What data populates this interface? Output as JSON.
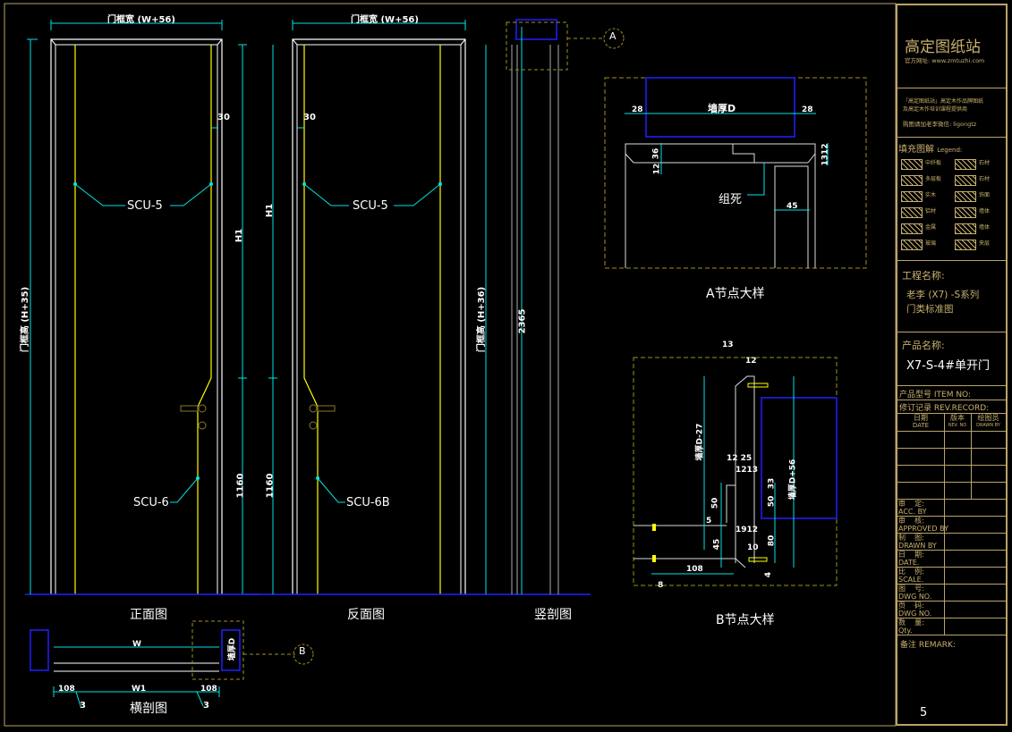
{
  "drawing": {
    "colors": {
      "background": "#000000",
      "border": "#b9a46a",
      "dimension": "#00e5e5",
      "outline": "#ffffff",
      "accent": "#ffff00",
      "wall": "#0000ff",
      "hatch": "#c8b06e"
    },
    "front_view": {
      "title": "正面图",
      "width_dim": "门框宽 (W+56)",
      "height_dim": "门框高 (H+35)",
      "dim_30": "30",
      "dim_h1": "H1",
      "dim_1160": "1160",
      "callout_top": "SCU-5",
      "callout_bottom": "SCU-6"
    },
    "back_view": {
      "title": "反面图",
      "width_dim": "门框宽 (W+56)",
      "dim_30": "30",
      "dim_h1": "H1",
      "dim_1160": "1160",
      "callout_top": "SCU-5",
      "callout_bottom": "SCU-6B"
    },
    "section_view": {
      "title": "竖剖图",
      "height_dim": "门框高 (H+36)",
      "dim_2365": "2365",
      "ref_a": "A"
    },
    "plan_section": {
      "title": "横剖图",
      "dim_w": "W",
      "dim_w1": "W1",
      "dim_left": "108",
      "dim_right": "108",
      "dim_3_left": "3",
      "dim_3_right": "3",
      "wall_label": "墙厚D",
      "ref_b": "B"
    },
    "detail_a": {
      "title": "A节点大样",
      "wall_label": "墙厚D",
      "dim_left": "28",
      "dim_right": "28",
      "dim_36": "36",
      "dim_12": "12",
      "dim_1312": "1312",
      "dim_45": "45",
      "note": "组死"
    },
    "detail_b": {
      "title": "B节点大样",
      "dim_13": "13",
      "dim_12": "12",
      "dim_wall_27": "墙厚D-27",
      "dim_wall_56": "墙厚D+56",
      "dim_1225": "12  25",
      "dim_1213": "1213",
      "dim_50": "50",
      "dim_5": "5",
      "dim_45": "45",
      "dim_10": "10",
      "dim_1912": "1912",
      "dim_108": "108",
      "dim_8": "8",
      "dim_80": "80",
      "dim_4": "4",
      "dim_33": "33",
      "dim_50b": "50"
    }
  },
  "title_block": {
    "brand": "高定图纸站",
    "website": "官方网址: www.zmtuzhi.com",
    "desc_line1": "「高定图纸站」高定木作品牌图纸",
    "desc_line2": "及高定木作培训课程提供商",
    "contact": "购图请加老李微信: ligongtz",
    "legend_title": "填充图解",
    "legend_title_en": "Legend:",
    "legend_items": [
      {
        "label": "中纤板"
      },
      {
        "label": "石材"
      },
      {
        "label": "多层板"
      },
      {
        "label": "石材"
      },
      {
        "label": "实木"
      },
      {
        "label": "饰面"
      },
      {
        "label": "铝材"
      },
      {
        "label": "墙体"
      },
      {
        "label": "金属"
      },
      {
        "label": "墙体"
      },
      {
        "label": "玻璃"
      },
      {
        "label": "夹层"
      }
    ],
    "project_label": "工程名称:",
    "project_name_1": "老李 (X7) -S系列",
    "project_name_2": "门类标准图",
    "product_label": "产品名称:",
    "product_name": "X7-S-4#单开门",
    "item_no": "产品型号 ITEM NO:",
    "rev_record": "修订记录 REV.RECORD:",
    "rev_cols": [
      {
        "cn": "日期",
        "en": "DATE"
      },
      {
        "cn": "版本",
        "en": "REV. NO"
      },
      {
        "cn": "绘图员",
        "en": "DRAWN BY"
      }
    ],
    "sign_rows": [
      {
        "cn": "审    定:",
        "en": "ACC. BY"
      },
      {
        "cn": "审    核:",
        "en": "APPROVED BY"
      },
      {
        "cn": "制    图:",
        "en": "DRAWN BY"
      },
      {
        "cn": "日    期:",
        "en": "DATE."
      },
      {
        "cn": "比    例:",
        "en": "SCALE."
      },
      {
        "cn": "图    号:",
        "en": "DWG NO."
      },
      {
        "cn": "页    码:",
        "en": "DWG NO."
      },
      {
        "cn": "数    量:",
        "en": "Qty."
      }
    ],
    "remark": "备注 REMARK:",
    "page_number": "5"
  }
}
